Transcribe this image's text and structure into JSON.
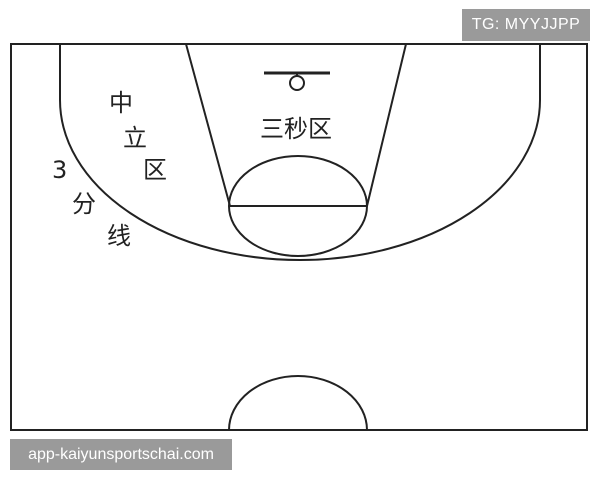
{
  "watermarks": {
    "top_right": "TG: MYYJJPP",
    "bottom_left": "app-kaiyunsportschai.com"
  },
  "labels": {
    "three_second_zone": "三秒区",
    "neutral_zone": [
      "中",
      "立",
      "区"
    ],
    "three_point_line": [
      "3",
      "分",
      "线"
    ]
  },
  "colors": {
    "line": "#222222",
    "background": "#ffffff",
    "badge_bg": "#9a9a9a",
    "badge_text": "#ffffff"
  }
}
